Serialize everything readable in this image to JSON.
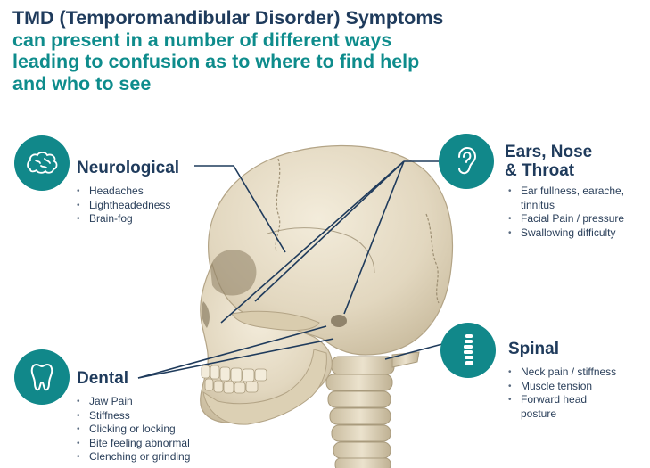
{
  "headline": {
    "line1": "TMD (Temporomandibular Disorder) Symptoms",
    "line2": "can present in a number of different ways",
    "line3": "leading to confusion as to where to find help",
    "line4": "and who to see"
  },
  "colors": {
    "navy": "#1f3b5c",
    "teal": "#0e8c8c",
    "circle": "#11888a",
    "bone": "#e6dcc6"
  },
  "categories": {
    "neurological": {
      "title": "Neurological",
      "icon": "brain-icon",
      "items": [
        "Headaches",
        "Lightheadedness",
        "Brain-fog"
      ]
    },
    "ent": {
      "title_line1": "Ears, Nose",
      "title_line2": "& Throat",
      "icon": "ear-icon",
      "items": [
        "Ear fullness, earache,",
        "tinnitus",
        "Facial Pain / pressure",
        "Swallowing difficulty"
      ]
    },
    "dental": {
      "title": "Dental",
      "icon": "tooth-icon",
      "items": [
        "Jaw Pain",
        "Stiffness",
        "Clicking or locking",
        "Bite feeling abnormal",
        "Clenching or grinding"
      ]
    },
    "spinal": {
      "title": "Spinal",
      "icon": "spine-icon",
      "items": [
        "Neck pain / stiffness",
        "Muscle tension",
        "Forward head",
        "posture"
      ]
    }
  }
}
